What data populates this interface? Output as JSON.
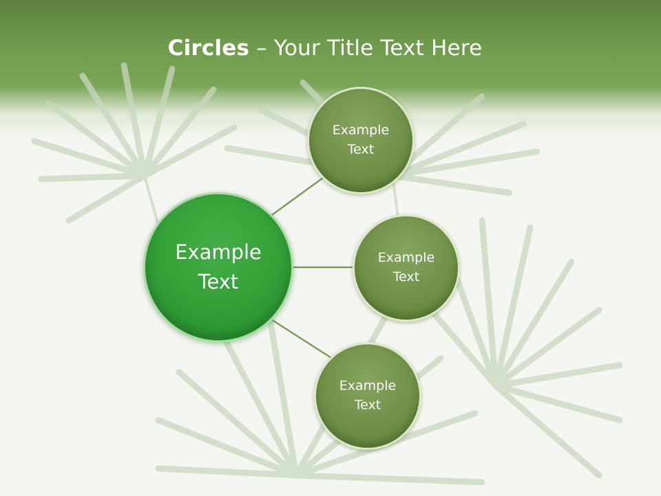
{
  "slide": {
    "title_bold": "Circles",
    "title_rest": " – Your Title Text Here"
  },
  "center": {
    "line1": "Example",
    "line2": "Text"
  },
  "nodes": [
    {
      "line1": "Example",
      "line2": "Text"
    },
    {
      "line1": "Example",
      "line2": "Text"
    },
    {
      "line1": "Example",
      "line2": "Text"
    }
  ],
  "colors": {
    "header": "#6f9a4c",
    "center_fill": "#34a038",
    "node_fill": "#6f9147",
    "connector": "#7c9c5a"
  }
}
